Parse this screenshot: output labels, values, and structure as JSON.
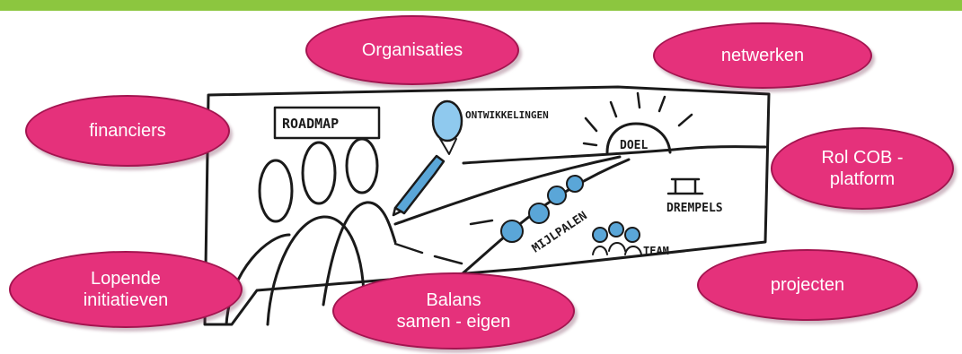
{
  "header": {
    "accent_color": "#8cc63f"
  },
  "sketch": {
    "roadmap_label": "ROADMAP",
    "ontwikkelingen_label": "ONTWIKKELINGEN",
    "doel_label": "DOEL",
    "mijlpalen_label": "MIJLPALEN",
    "drempels_label": "DREMPELS",
    "team_label": "TEAM"
  },
  "bubbles": {
    "color": "#e5317b",
    "organisaties": "Organisaties",
    "netwerken": "netwerken",
    "financiers": "financiers",
    "rol_cob": "Rol COB -\nplatform",
    "lopende": "Lopende\ninitiatieven",
    "balans": "Balans\nsamen - eigen",
    "projecten": "projecten"
  }
}
